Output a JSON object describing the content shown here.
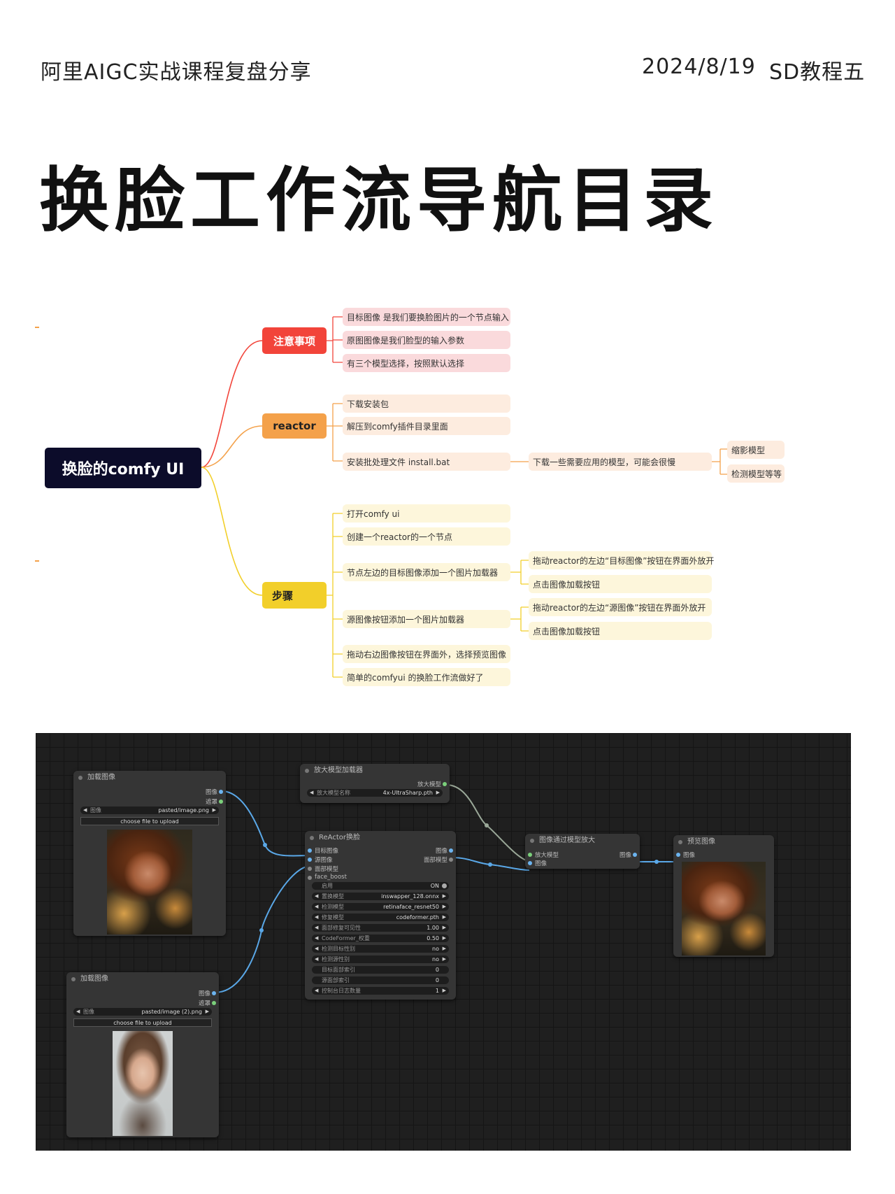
{
  "header": {
    "left": "阿里AIGC实战课程复盘分享",
    "date": "2024/8/19",
    "right": "SD教程五"
  },
  "title": "换脸工作流导航目录",
  "mindmap": {
    "root": "换脸的comfy UI",
    "branches": {
      "notes": {
        "label": "注意事项",
        "color": "#f2443a",
        "items": [
          "目标图像 是我们要换脸图片的一个节点输入",
          "原图图像是我们脸型的输入参数",
          "有三个模型选择，按照默认选择"
        ]
      },
      "reactor": {
        "label": "reactor",
        "color": "#f4a14a",
        "items": [
          "下载安装包",
          "解压到comfy插件目录里面",
          "安装批处理文件 install.bat"
        ],
        "sub": "下载一些需要应用的模型，可能会很慢",
        "subitems": [
          "缩影模型",
          "检测模型等等"
        ]
      },
      "steps": {
        "label": "步骤",
        "color": "#f2cf2a",
        "items": [
          "打开comfy ui",
          "创建一个reactor的一个节点",
          "节点左边的目标图像添加一个图片加载器",
          "源图像按钮添加一个图片加载器",
          "拖动右边图像按钮在界面外，选择预览图像",
          "简单的comfyui 的换脸工作流做好了"
        ],
        "sub1": [
          "拖动reactor的左边“目标图像”按钮在界面外放开",
          "点击图像加载按钮"
        ],
        "sub2": [
          "拖动reactor的左边“源图像”按钮在界面外放开",
          "点击图像加载按钮"
        ]
      }
    }
  },
  "comfy": {
    "load1": {
      "title": "加载图像",
      "out_image": "图像",
      "out_mask": "遮罩",
      "widget_label": "图像",
      "widget_value": "pasted/image.png",
      "button": "choose file to upload"
    },
    "load2": {
      "title": "加载图像",
      "out_image": "图像",
      "out_mask": "遮罩",
      "widget_label": "图像",
      "widget_value": "pasted/image (2).png",
      "button": "choose file to upload"
    },
    "upscale_loader": {
      "title": "放大模型加载器",
      "out": "放大模型",
      "widget_label": "放大模型名称",
      "widget_value": "4x-UltraSharp.pth"
    },
    "reactor": {
      "title": "ReActor换脸",
      "inputs": [
        "目标图像",
        "源图像",
        "面部模型",
        "face_boost"
      ],
      "outputs": [
        "图像",
        "面部模型"
      ],
      "widgets": [
        {
          "label": "启用",
          "value": "ON"
        },
        {
          "label": "置换模型",
          "value": "inswapper_128.onnx"
        },
        {
          "label": "检测模型",
          "value": "retinaface_resnet50"
        },
        {
          "label": "修复模型",
          "value": "codeformer.pth"
        },
        {
          "label": "面部修复可见性",
          "value": "1.00"
        },
        {
          "label": "CodeFormer_权重",
          "value": "0.50"
        },
        {
          "label": "检测目标性别",
          "value": "no"
        },
        {
          "label": "检测源性别",
          "value": "no"
        },
        {
          "label": "目标面部索引",
          "value": "0"
        },
        {
          "label": "源面部索引",
          "value": "0"
        },
        {
          "label": "控制台日志数量",
          "value": "1"
        }
      ]
    },
    "upscale": {
      "title": "图像通过模型放大",
      "inputs": [
        "放大模型",
        "图像"
      ],
      "output": "图像"
    },
    "preview": {
      "title": "预览图像",
      "input": "图像"
    }
  }
}
